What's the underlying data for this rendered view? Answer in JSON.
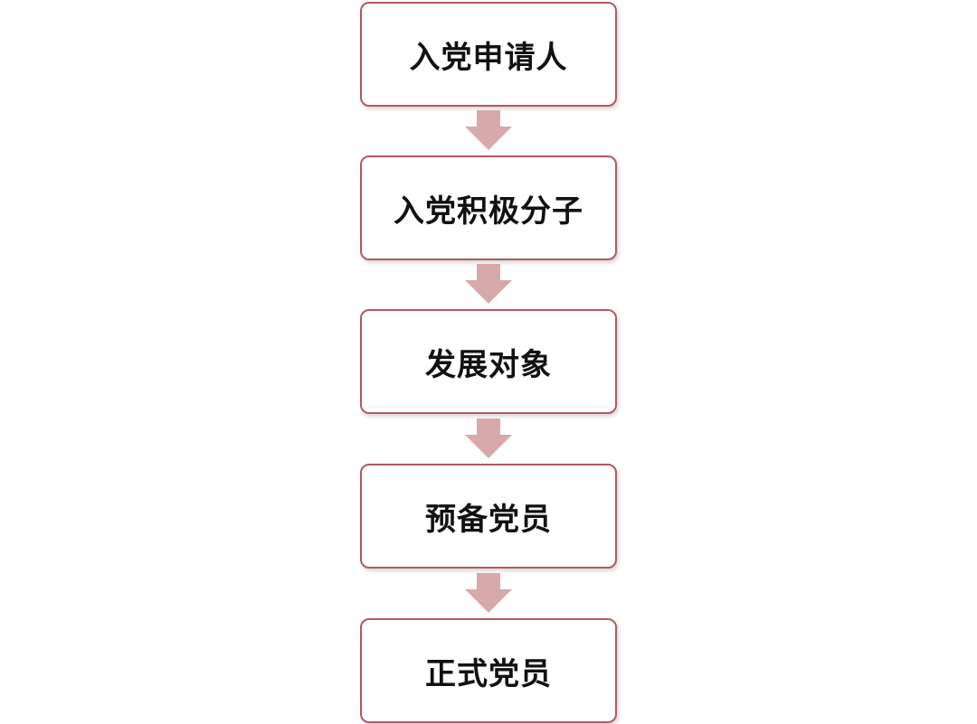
{
  "diagram": {
    "steps": [
      {
        "label": "入党申请人"
      },
      {
        "label": "入党积极分子"
      },
      {
        "label": "发展对象"
      },
      {
        "label": "预备党员"
      },
      {
        "label": "正式党员"
      }
    ],
    "colors": {
      "box_border": "#b25a5d",
      "arrow_fill": "#d8a9aa",
      "text": "#111111"
    },
    "arrow_icon": "down-arrow-icon"
  }
}
